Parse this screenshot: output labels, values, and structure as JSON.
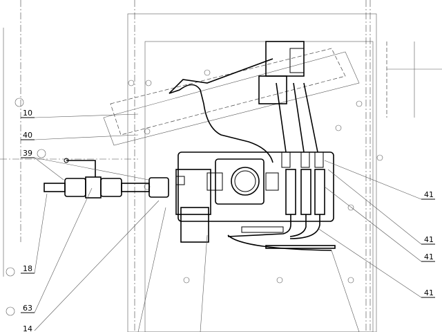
{
  "drawing": {
    "callouts": [
      {
        "label": "10"
      },
      {
        "label": "40"
      },
      {
        "label": "39"
      },
      {
        "label": "18"
      },
      {
        "label": "63"
      },
      {
        "label": "14"
      },
      {
        "label": "41"
      },
      {
        "label": "41"
      },
      {
        "label": "41"
      },
      {
        "label": "41"
      }
    ]
  }
}
